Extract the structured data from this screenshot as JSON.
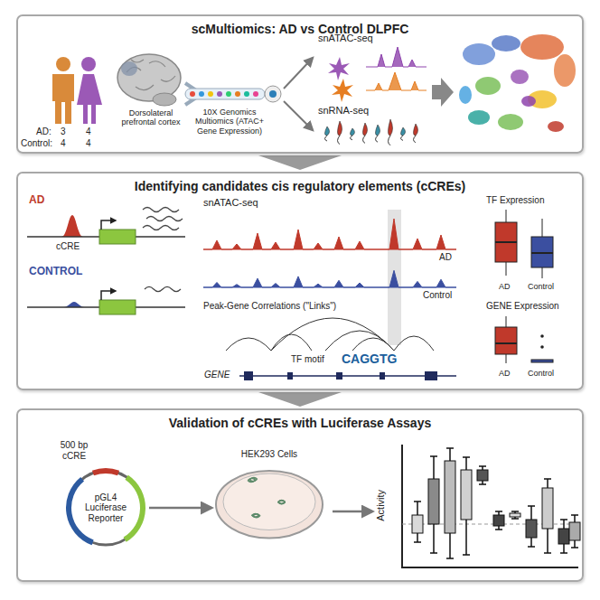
{
  "diagram": {
    "nodes": [
      {
        "text": [
          "scMultiomics: AD vs Control DLPFC"
        ]
      },
      {
        "text": [
          "Identifying candidates cis regulatory elements (cCREs)"
        ]
      },
      {
        "text": [
          "Validation of cCREs with Luciferase Assays"
        ]
      },
      {
        "text": [
          "pGL4 Luciferase Reporter"
        ],
        "in": 2
      },
      {
        "text": [
          "HEK293 Cells"
        ],
        "in": 2
      }
    ],
    "edges": [
      {
        "from": 0,
        "to": 1,
        "arrow": "to"
      },
      {
        "from": 1,
        "to": 2,
        "arrow": "to"
      },
      {
        "from": 3,
        "to": 4,
        "arrow": "to"
      }
    ],
    "labels": [
      "AD:",
      "3",
      "4",
      "Control:",
      "4",
      "4",
      "Dorsolateral prefrontal cortex",
      "10X Genomics Multiomics (ATAC+ Gene Expression)",
      "snATAC-seq",
      "snRNA-seq",
      "AD",
      "cCRE",
      "CONTROL",
      "snATAC-seq",
      "AD",
      "Control",
      "Peak-Gene Correlations (\"Links\")",
      "TF motif",
      "CAGGTG",
      "GENE",
      "TF Expression",
      "AD",
      "Control",
      "GENE Expression",
      "AD",
      "Control",
      "500 bp cCRE",
      "Activity"
    ]
  }
}
